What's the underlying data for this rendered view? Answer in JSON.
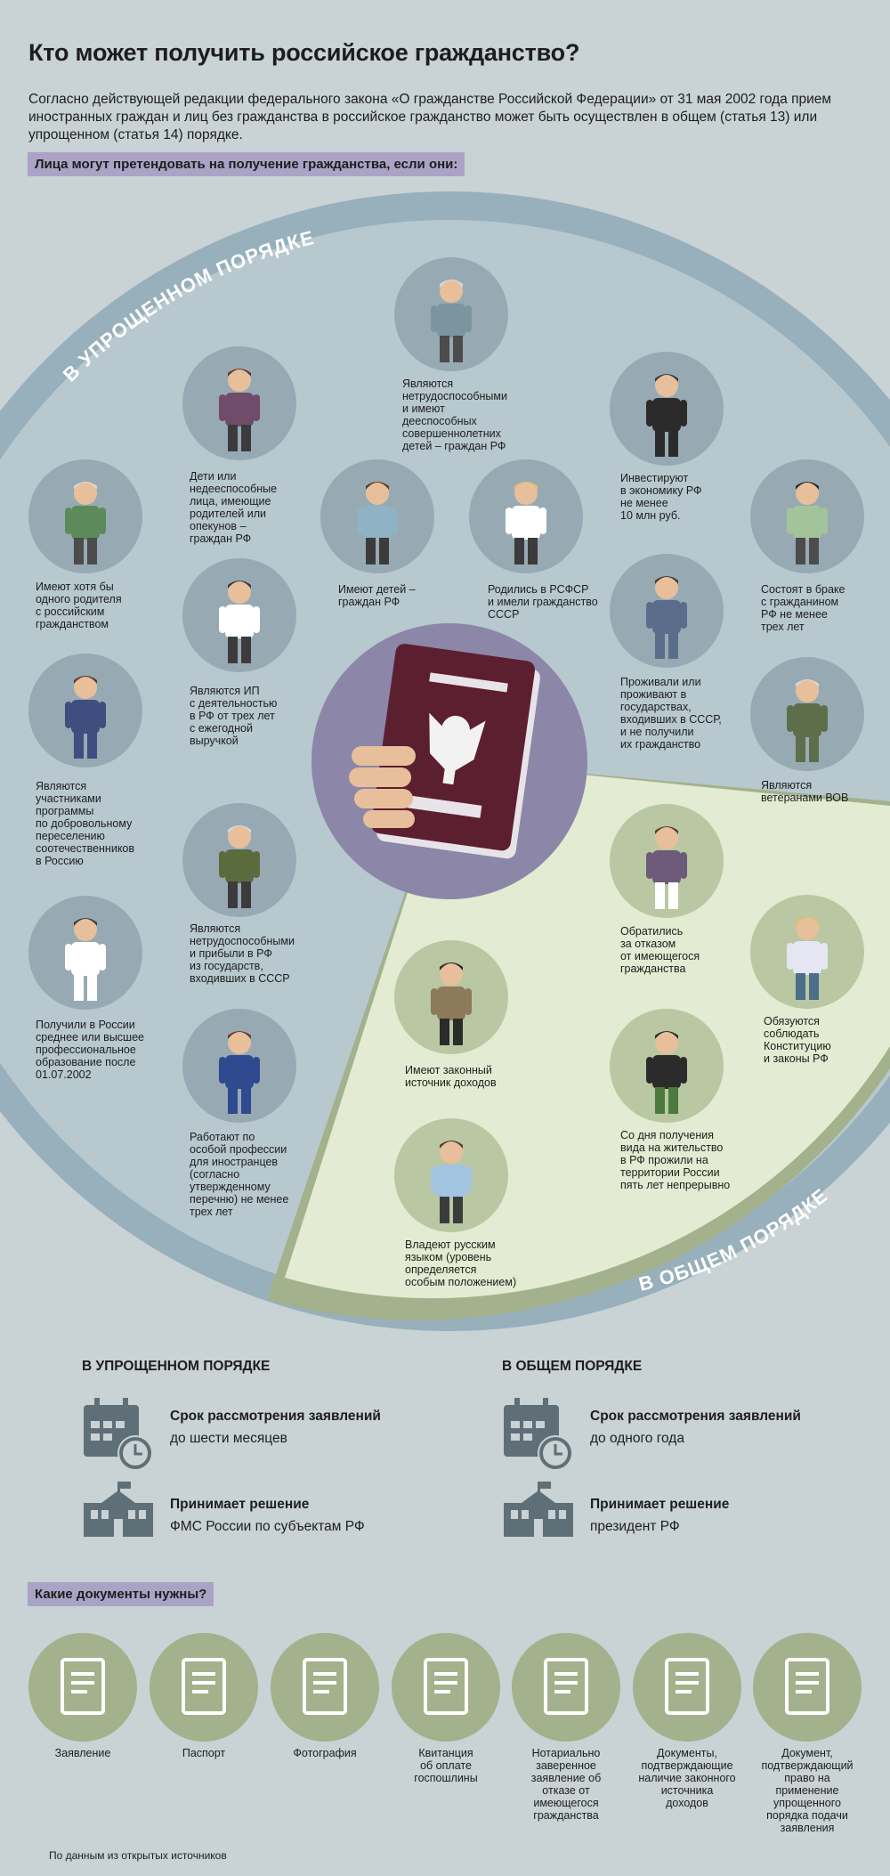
{
  "title": "Кто может получить российское гражданство?",
  "intro": "Согласно действующей редакции федерального закона «О гражданстве Российской Федерации» от 31 мая 2002 года прием иностранных граждан и лиц без гражданства в российское гражданство может быть осуществлен в общем (статья 13) или упрощенном (статья 14) порядке.",
  "tag_conditions": "Лица могут претендовать на получение гражданства, если они:",
  "ring_simplified": "В УПРОЩЕННОМ ПОРЯДКЕ",
  "ring_general": "В ОБЩЕМ ПОРЯДКЕ",
  "colors": {
    "background": "#c9d2d4",
    "simplified_area": "#b7c8cf",
    "simplified_ring": "#97b0bb",
    "general_area": "#e3ebd2",
    "general_ring": "#a3b18c",
    "center": "#8c86a8",
    "passport": "#5c1f2f",
    "tag": "#aaa3c6"
  },
  "simplified": [
    {
      "icon": "elder-with-cane-icon",
      "caption": "Являются\nнетрудоспособными\nи имеют\nдееспособных\nсовершеннолетних\nдетей – граждан РФ"
    },
    {
      "icon": "girl-with-doll-icon",
      "caption": "Дети или\nнедееспособные\nлица, имеющие\nродителей или\nопекунов –\nграждан РФ"
    },
    {
      "icon": "elder-with-passport-icon",
      "caption": "Имеют хотя бы\nодного родителя\nс российским\nгражданством"
    },
    {
      "icon": "mother-with-child-icon",
      "caption": "Имеют детей –\nграждан РФ"
    },
    {
      "icon": "pioneer-boy-icon",
      "caption": "Родились в РСФСР\nи имели гражданство\nСССР"
    },
    {
      "icon": "chef-icon",
      "caption": "Являются ИП\nс деятельностью\nв РФ от трех лет\nс ежегодной\nвыручкой"
    },
    {
      "icon": "woman-with-suitcase-icon",
      "caption": "Являются\nучастниками\nпрограммы\nпо добровольному\nпереселению\nсоотечественников\nв Россию"
    },
    {
      "icon": "elder-man-icon",
      "caption": "Являются\nнетрудоспособными\nи прибыли в РФ\nиз государств,\nвходивших в СССР"
    },
    {
      "icon": "nurse-icon",
      "caption": "Получили в России\nсреднее или высшее\nпрофессиональное\nобразование после\n01.07.2002"
    },
    {
      "icon": "worker-with-wrench-icon",
      "caption": "Работают по\nособой профессии\nдля иностранцев\n(согласно\nутвержденному\nперечню) не менее\nтрех лет"
    },
    {
      "icon": "investor-icon",
      "caption": "Инвестируют\nв экономику РФ\nне менее\n10 млн руб."
    },
    {
      "icon": "married-couple-icon",
      "caption": "Состоят в браке\nс гражданином\nРФ не менее\nтрех лет"
    },
    {
      "icon": "woman-in-dress-icon",
      "caption": "Проживали или\nпроживают в\nгосударствах,\nвходивших в СССР,\nи не получили\nих гражданство"
    },
    {
      "icon": "veteran-icon",
      "caption": "Являются\nветеранами ВОВ"
    }
  ],
  "general": [
    {
      "icon": "woman-with-document-icon",
      "caption": "Обратились\nза отказом\nот имеющегося\nгражданства"
    },
    {
      "icon": "man-with-passport-icon",
      "caption": "Обязуются\nсоблюдать\nКонституцию\nи законы РФ"
    },
    {
      "icon": "man-with-globe-icon",
      "caption": "Имеют законный\nисточник доходов"
    },
    {
      "icon": "man-with-keys-icon",
      "caption": "Со дня получения\nвида на жительство\nв РФ прожили на\nтерритории России\nпять лет непрерывно"
    },
    {
      "icon": "man-speaking-icon",
      "caption": "Владеют русским\nязыком (уровень\nопределяется\nособым положением)"
    }
  ],
  "summary": {
    "simplified": {
      "heading": "В УПРОЩЕННОМ ПОРЯДКЕ",
      "term_title": "Срок рассмотрения заявлений",
      "term_value": "до шести месяцев",
      "decision_title": "Принимает решение",
      "decision_value": "ФМС России по субъектам РФ"
    },
    "general": {
      "heading": "В ОБЩЕМ ПОРЯДКЕ",
      "term_title": "Срок рассмотрения заявлений",
      "term_value": "до одного года",
      "decision_title": "Принимает решение",
      "decision_value": "президент РФ"
    }
  },
  "tag_documents": "Какие документы нужны?",
  "documents": [
    {
      "icon": "application-form-icon",
      "caption": "Заявление"
    },
    {
      "icon": "passport-icon",
      "caption": "Паспорт"
    },
    {
      "icon": "photo-icon",
      "caption": "Фотография"
    },
    {
      "icon": "receipt-icon",
      "caption": "Квитанция\nоб оплате\nгоспошлины"
    },
    {
      "icon": "stamp-icon",
      "caption": "Нотариально\nзаверенное\nзаявление об\nотказе от\nимеющегося\nгражданства"
    },
    {
      "icon": "checked-document-icon",
      "caption": "Документы,\nподтверждающие\nналичие законного\nисточника\nдоходов"
    },
    {
      "icon": "certificate-icon",
      "caption": "Документ,\nподтверждающий\nправо на\nприменение\nупрощенного\nпорядка подачи\nзаявления"
    }
  ],
  "footer": "По данным из открытых источников"
}
